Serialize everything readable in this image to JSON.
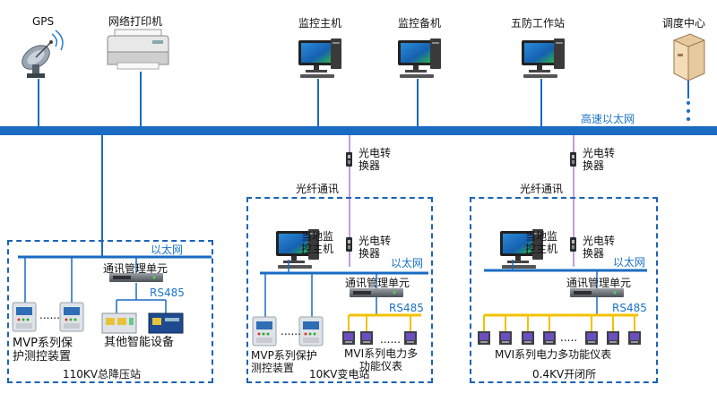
{
  "colors": {
    "network": "#1a6bc2",
    "fiber": "#b07ad8",
    "rs485": "#f2c200",
    "frame": "#1b63b8",
    "text_blue": "#1a73c9"
  },
  "top": {
    "gps": "GPS",
    "printer": "网络打印机",
    "main_host": "监控主机",
    "backup_host": "监控备机",
    "five_station": "五防工作站",
    "dispatch": "调度中心",
    "highspeed_ethernet": "高速以太网"
  },
  "fiber": {
    "converter_a": "光电转\n换器",
    "converter_b": "光电转\n换器",
    "fiber_comm_a": "光纤通讯",
    "fiber_comm_b": "光纤通讯"
  },
  "station_110": {
    "ethernet": "以太网",
    "comm_unit": "通讯管理单元",
    "rs485": "RS485",
    "ellipsis": "......",
    "mvp": "MVP系列保\n护测控装置",
    "other": "其他智能设备",
    "name": "110KV总降压站"
  },
  "station_10": {
    "local_host": "当地监\n控主机",
    "converter": "光电转\n换器",
    "ethernet": "以太网",
    "comm_unit": "通讯管理单元",
    "rs485": "RS485",
    "ellipsis_mvp": "......",
    "ellipsis_mvi": "......",
    "mvp": "MVP系列保护\n测控装置",
    "mvi": "MVI系列电力多\n功能仪表",
    "name": "10KV变电站"
  },
  "station_04": {
    "local_host": "当地监\n控主机",
    "converter": "光电转\n换器",
    "ethernet": "以太网",
    "comm_unit": "通讯管理单元",
    "rs485": "RS485",
    "ellipsis": ".....",
    "mvi": "MVI系列电力多功能仪表",
    "name": "0.4KV开闭所"
  }
}
